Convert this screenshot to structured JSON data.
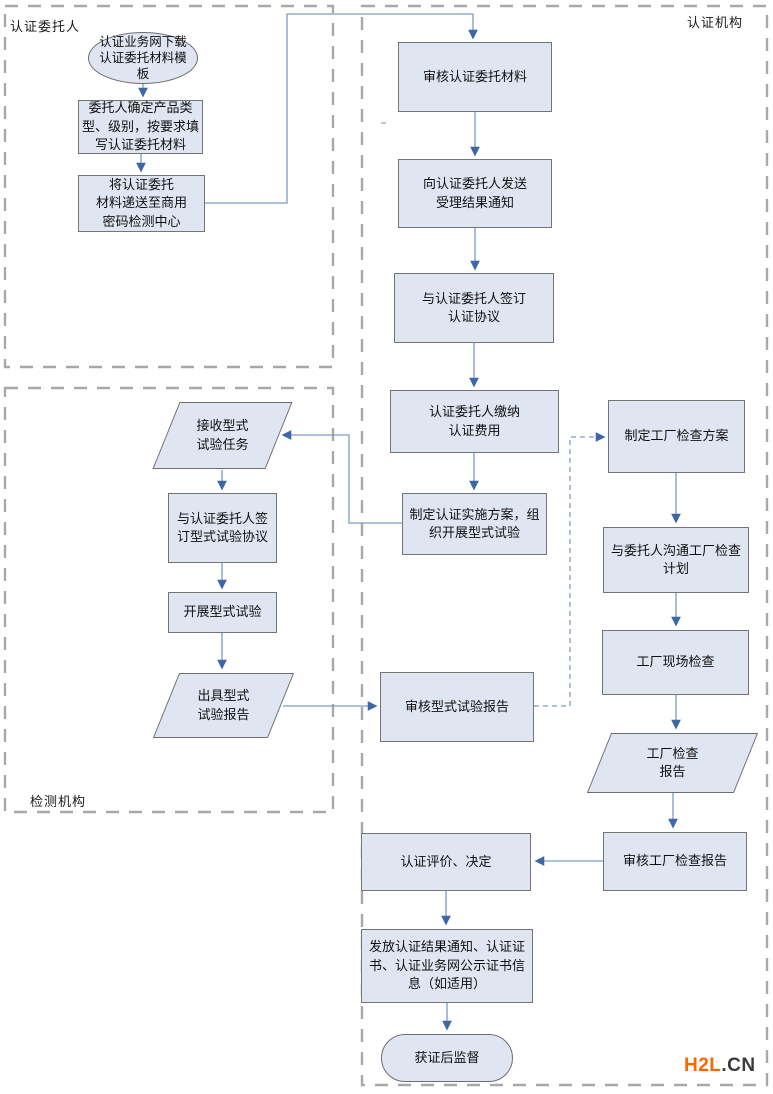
{
  "diagram": {
    "lanes": {
      "client": {
        "label": "认证委托人",
        "nodes": {
          "download_template": "认证业务网下载\n认证委托材料模\n板",
          "confirm_product": "委托人确定产品类\n型、级别，按要求填\n写认证委托材料",
          "submit_materials": "将认证委托\n材料递送至商用\n密码检测中心"
        }
      },
      "certification_body": {
        "label": "认证机构",
        "nodes": {
          "review_materials": "审核认证委托材料",
          "send_acceptance_notice": "向认证委托人发送\n受理结果通知",
          "sign_certification_agreement": "与认证委托人签订\n认证协议",
          "pay_certification_fee": "认证委托人缴纳\n认证费用",
          "make_implementation_plan": "制定认证实施方案，组\n织开展型式试验",
          "review_type_test_report": "审核型式试验报告",
          "make_factory_inspection_plan": "制定工厂检查方案",
          "communicate_factory_inspection_plan": "与委托人沟通工厂检查\n计划",
          "factory_onsite_inspection": "工厂现场检查",
          "factory_inspection_report": "工厂检查\n报告",
          "review_factory_inspection_report": "审核工厂检查报告",
          "certification_evaluation": "认证评价、决定",
          "issue_certification_results": "发放认证结果通知、认证证\n书、认证业务网公示证书信\n息（如适用）",
          "post_certification_supervision": "获证后监督"
        }
      },
      "testing_body": {
        "label": "检测机构",
        "nodes": {
          "receive_type_test_task": "接收型式\n试验任务",
          "sign_type_test_agreement": "与认证委托人签\n订型式试验协议",
          "conduct_type_test": "开展型式试验",
          "issue_type_test_report": "出具型式\n试验报告"
        }
      }
    },
    "watermark": {
      "brand": "H2L",
      "suffix": ".CN"
    },
    "colors": {
      "node_fill": "#dfe5f1",
      "node_border": "#757575",
      "connector_line": "#7e9bc4",
      "arrowhead": "#3d67a6",
      "lane_border": "#a8a8a8",
      "brand_orange": "#ff6600",
      "brand_dark": "#3b3b3b"
    }
  }
}
